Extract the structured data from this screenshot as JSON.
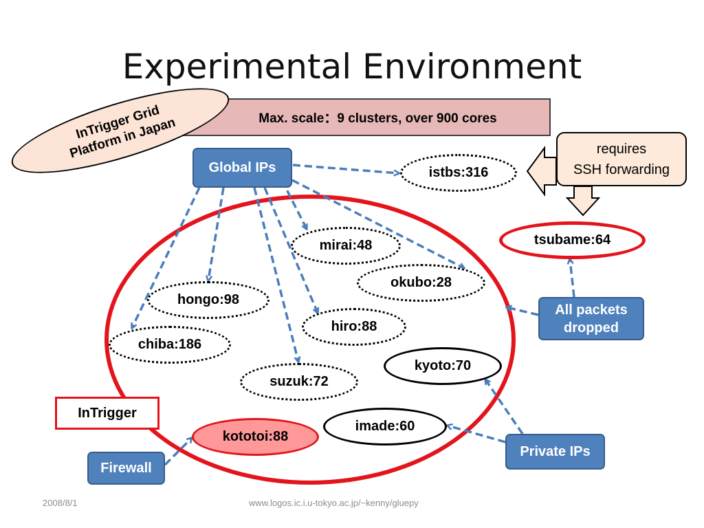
{
  "title": "Experimental Environment",
  "banner": "Max. scale：9 clusters, over 900 cores",
  "platform_label": "InTrigger Grid Platform in Japan",
  "callout": {
    "line1": "requires",
    "line2": "SSH forwarding"
  },
  "boxes": {
    "global_ips": "Global IPs",
    "all_packets_line1": "All packets",
    "all_packets_line2": "dropped",
    "private_ips": "Private IPs",
    "firewall": "Firewall"
  },
  "legend_intrigger": "InTrigger",
  "nodes": {
    "istbs": "istbs:316",
    "tsubame": "tsubame:64",
    "mirai": "mirai:48",
    "okubo": "okubo:28",
    "hongo": "hongo:98",
    "hiro": "hiro:88",
    "chiba": "chiba:186",
    "kyoto": "kyoto:70",
    "suzuk": "suzuk:72",
    "imade": "imade:60",
    "kototoi": "kototoi:88"
  },
  "footer": {
    "date": "2008/8/1",
    "url": "www.logos.ic.i.u-tokyo.ac.jp/~kenny/gluepy"
  },
  "colors": {
    "ring_red": "#e3141b",
    "box_blue": "#4f81bd",
    "banner_pink": "#e6b8b7",
    "arrow_blue": "#4a7ebb"
  }
}
